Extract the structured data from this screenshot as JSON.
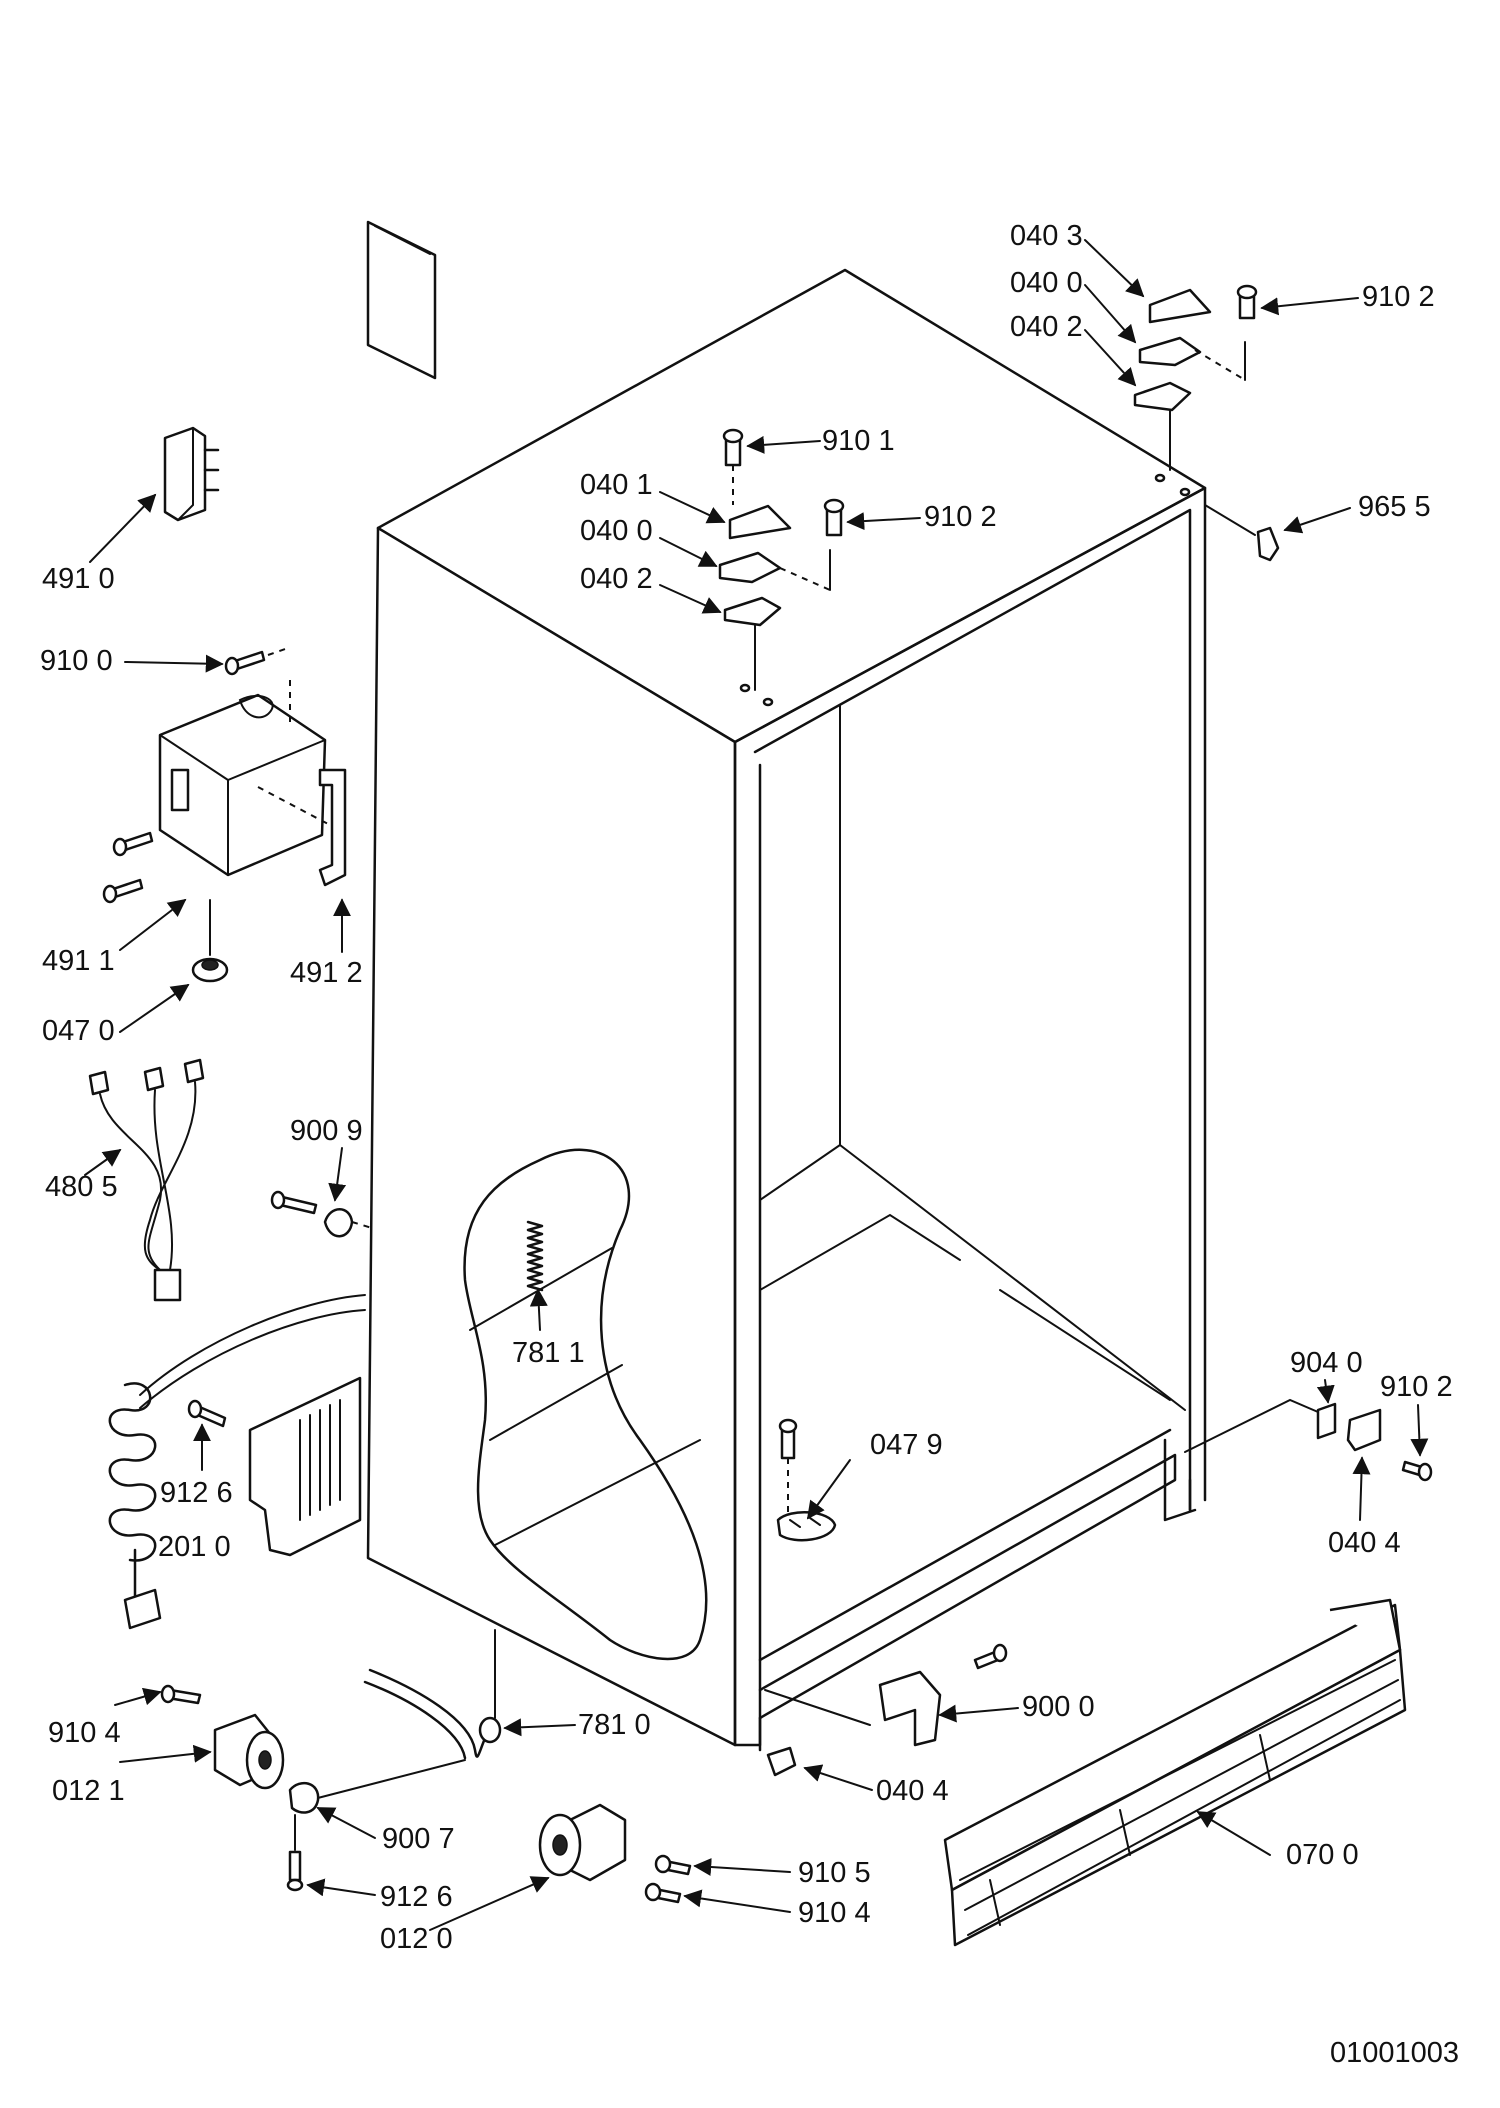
{
  "diagram": {
    "drawing_number": "01001003",
    "part_labels": [
      "040 3",
      "040 0",
      "910 2",
      "040 2",
      "910 1",
      "040 1",
      "040 0",
      "910 2",
      "040 2",
      "965 5",
      "491 0",
      "910 0",
      "491 1",
      "491 2",
      "047 0",
      "900 9",
      "480 5",
      "781 1",
      "904 0",
      "910 2",
      "040 4",
      "912 6",
      "201 0",
      "047 9",
      "910 4",
      "012 1",
      "781 0",
      "900 0",
      "040 4",
      "900 7",
      "912 6",
      "012 0",
      "910 5",
      "910 4",
      "070 0"
    ]
  }
}
